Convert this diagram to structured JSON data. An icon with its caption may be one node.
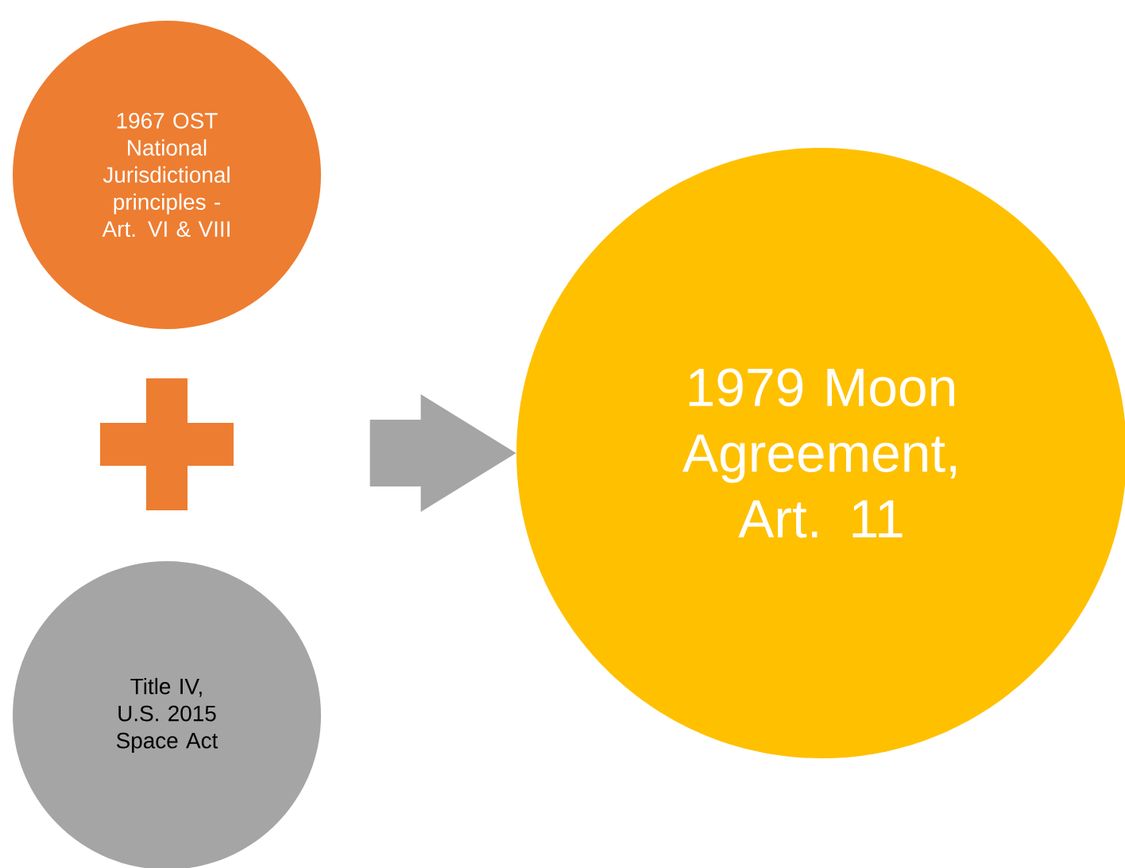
{
  "diagram": {
    "nodes": [
      {
        "text": [
          "1967 OST National Jurisdictional principles - Art. VI & VIII"
        ]
      },
      {
        "text": [
          "Title IV, U.S. 2015 Space Act"
        ]
      },
      {
        "text": [
          "1979 Moon Agreement, Art. 11"
        ]
      }
    ],
    "edges": [
      {
        "from": null,
        "to": 2,
        "arrow": "to"
      }
    ]
  }
}
